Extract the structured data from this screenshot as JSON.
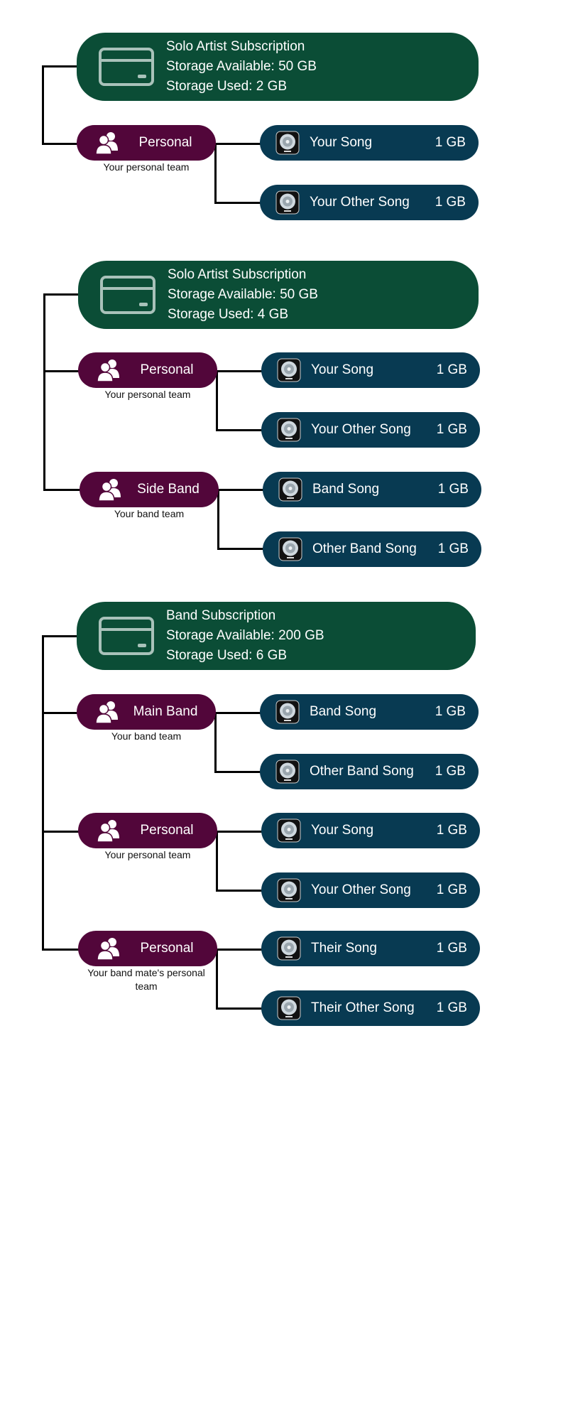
{
  "groups": [
    {
      "subscription": {
        "title": "Solo Artist Subscription",
        "available": "Storage Available: 50 GB",
        "used": "Storage Used: 2 GB"
      },
      "teams": [
        {
          "name": "Personal",
          "caption": "Your personal team",
          "songs": [
            {
              "title": "Your Song",
              "size": "1 GB"
            },
            {
              "title": "Your Other Song",
              "size": "1 GB"
            }
          ]
        }
      ]
    },
    {
      "subscription": {
        "title": "Solo Artist Subscription",
        "available": "Storage Available: 50 GB",
        "used": "Storage Used: 4 GB"
      },
      "teams": [
        {
          "name": "Personal",
          "caption": "Your personal team",
          "songs": [
            {
              "title": "Your Song",
              "size": "1 GB"
            },
            {
              "title": "Your Other Song",
              "size": "1 GB"
            }
          ]
        },
        {
          "name": "Side Band",
          "caption": "Your band team",
          "songs": [
            {
              "title": "Band Song",
              "size": "1 GB"
            },
            {
              "title": "Other Band Song",
              "size": "1 GB"
            }
          ]
        }
      ]
    },
    {
      "subscription": {
        "title": "Band Subscription",
        "available": "Storage Available: 200 GB",
        "used": "Storage Used: 6 GB"
      },
      "teams": [
        {
          "name": "Main Band",
          "caption": "Your band team",
          "songs": [
            {
              "title": "Band Song",
              "size": "1 GB"
            },
            {
              "title": "Other Band Song",
              "size": "1 GB"
            }
          ]
        },
        {
          "name": "Personal",
          "caption": "Your personal team",
          "songs": [
            {
              "title": "Your Song",
              "size": "1 GB"
            },
            {
              "title": "Your Other Song",
              "size": "1 GB"
            }
          ]
        },
        {
          "name": "Personal",
          "caption": "Your band mate's personal team",
          "songs": [
            {
              "title": "Their Song",
              "size": "1 GB"
            },
            {
              "title": "Their Other Song",
              "size": "1 GB"
            }
          ]
        }
      ]
    }
  ],
  "colors": {
    "subscription_bg": "#0b4d36",
    "team_bg": "#52063a",
    "song_bg": "#083a52",
    "connector": "#000000",
    "card_icon": "#a9c2ba"
  },
  "icons": {
    "subscription": "credit-card-icon",
    "team": "users-icon",
    "song": "music-disc-icon"
  }
}
